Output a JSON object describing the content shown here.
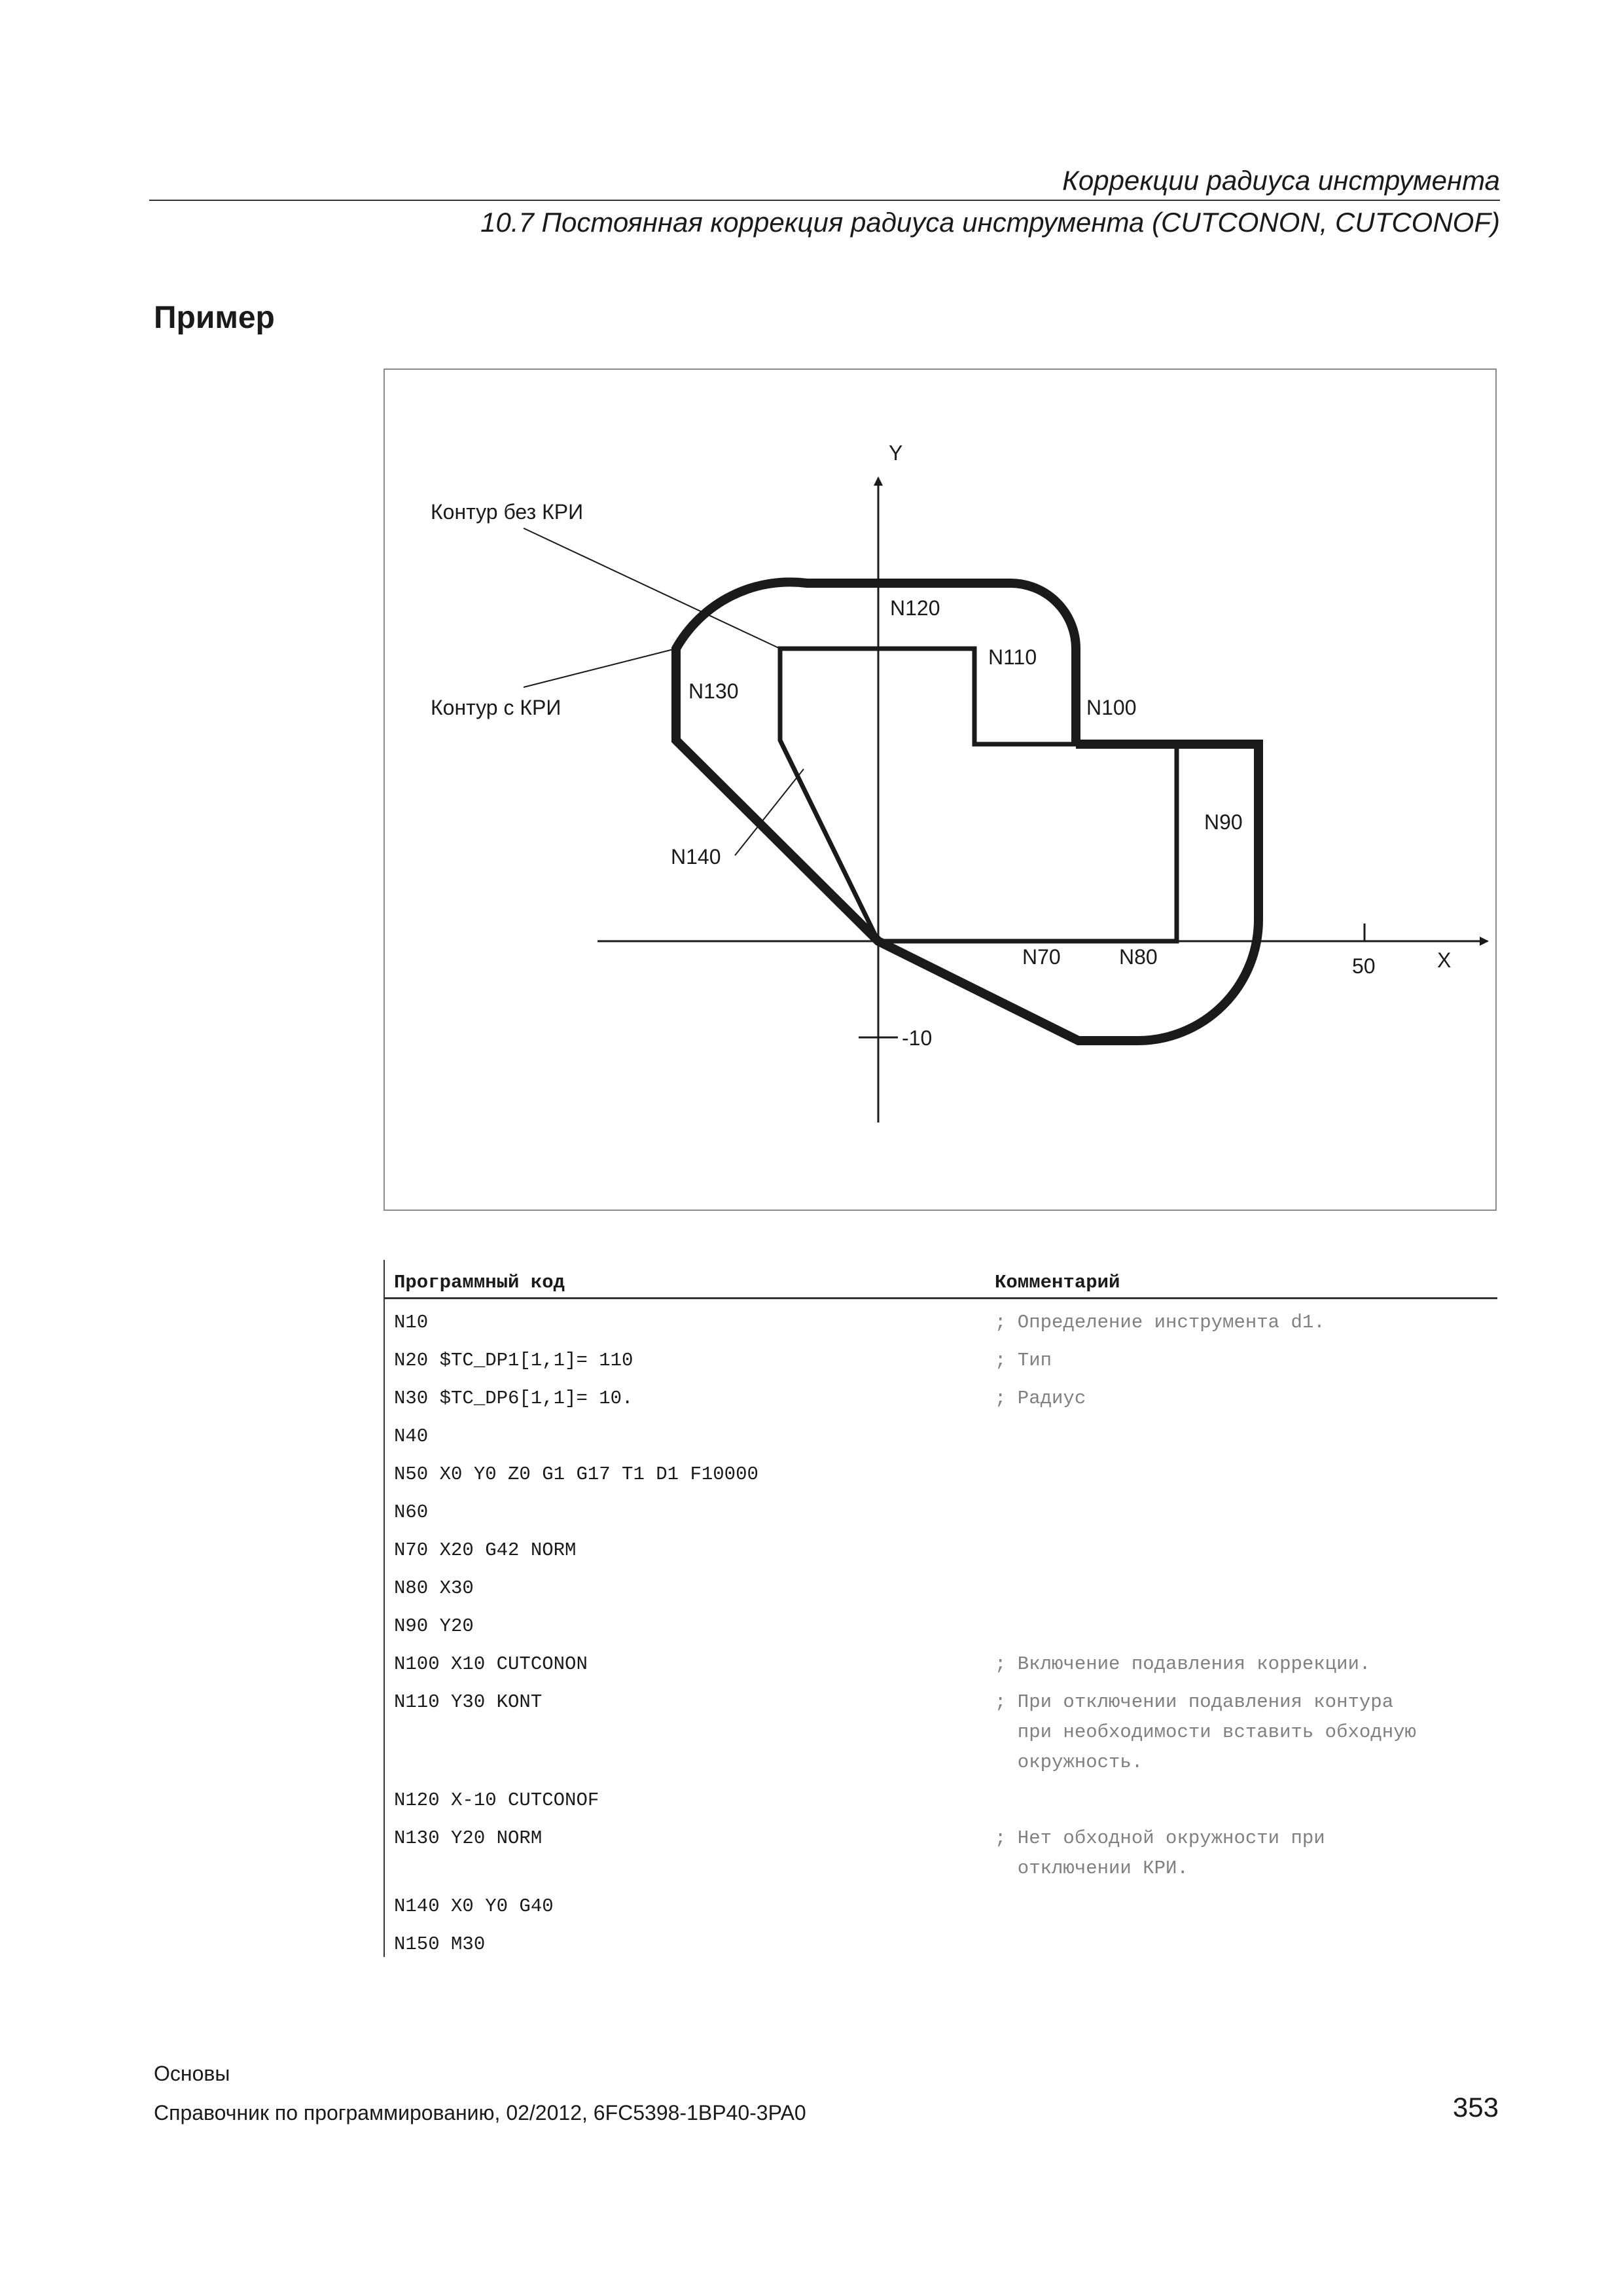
{
  "header": {
    "chapter": "Коррекции радиуса инструмента",
    "section": "10.7 Постоянная коррекция радиуса инструмента (CUTCONON, CUTCONOF)"
  },
  "section_title": "Пример",
  "figure": {
    "axis_y": "Y",
    "axis_x": "X",
    "tick_x": "50",
    "tick_y": "-10",
    "label_without": "Контур без КРИ",
    "label_with": "Контур с КРИ",
    "blocks": {
      "n70": "N70",
      "n80": "N80",
      "n90": "N90",
      "n100": "N100",
      "n110": "N110",
      "n120": "N120",
      "n130": "N130",
      "n140": "N140"
    }
  },
  "table": {
    "col_code": "Программный код",
    "col_comment": "Комментарий",
    "rows": [
      {
        "code": "N10",
        "comment": "; Определение инструмента d1."
      },
      {
        "code": "N20 $TC_DP1[1,1]= 110",
        "comment": "; Тип"
      },
      {
        "code": "N30 $TC_DP6[1,1]= 10.",
        "comment": "; Радиус"
      },
      {
        "code": "N40",
        "comment": ""
      },
      {
        "code": "N50 X0 Y0 Z0 G1 G17 T1 D1 F10000",
        "comment": ""
      },
      {
        "code": "N60",
        "comment": ""
      },
      {
        "code": "N70 X20 G42 NORM",
        "comment": ""
      },
      {
        "code": "N80 X30",
        "comment": ""
      },
      {
        "code": "N90 Y20",
        "comment": ""
      },
      {
        "code": "N100 X10 CUTCONON",
        "comment": "; Включение подавления коррекции."
      },
      {
        "code": "N110 Y30 KONT",
        "comment": "; При отключении подавления контура\n  при необходимости вставить обходную\n  окружность."
      },
      {
        "code": "N120 X-10 CUTCONOF",
        "comment": ""
      },
      {
        "code": "N130 Y20 NORM",
        "comment": "; Нет обходной окружности при\n  отключении КРИ."
      },
      {
        "code": "N140 X0 Y0 G40",
        "comment": ""
      },
      {
        "code": "N150 M30",
        "comment": ""
      }
    ]
  },
  "footer": {
    "line1": "Основы",
    "line2": "Справочник по программированию, 02/2012, 6FC5398-1BP40-3PA0",
    "page_number": "353"
  }
}
